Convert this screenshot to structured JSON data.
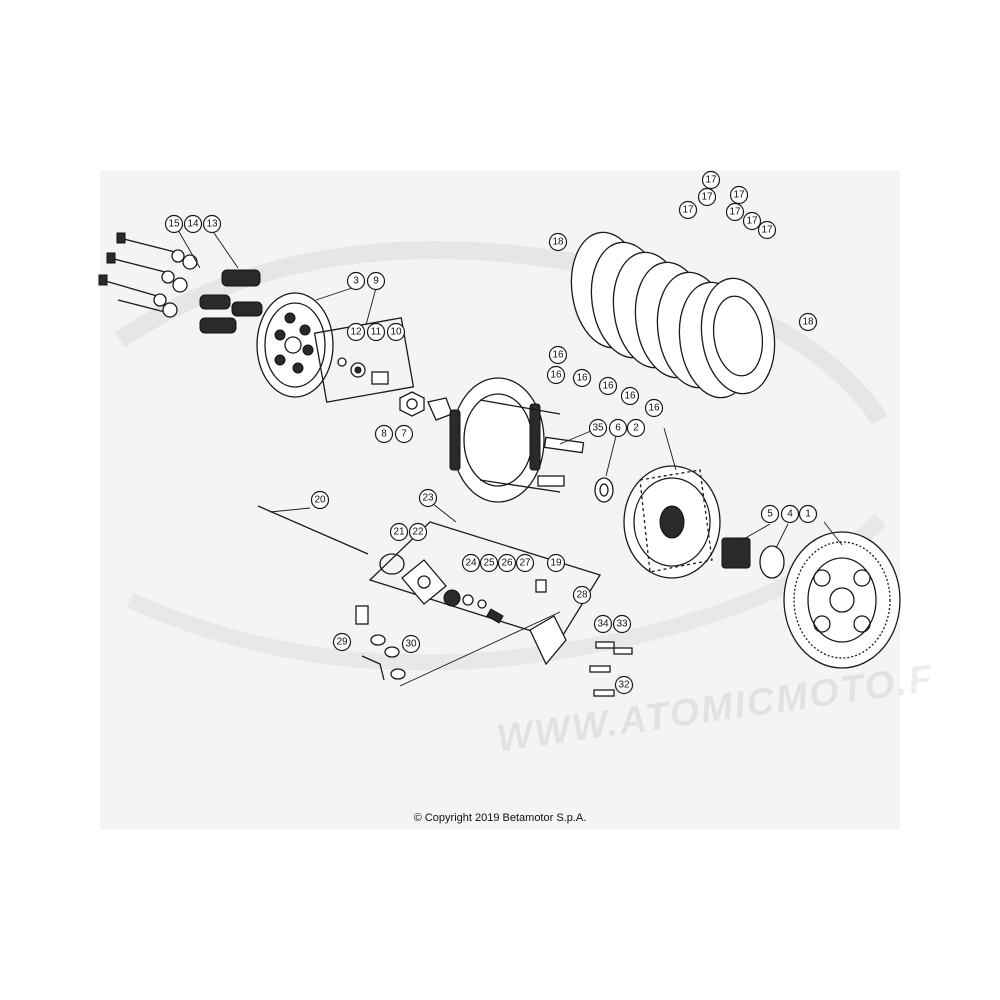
{
  "footer": {
    "copyright": "© Copyright 2019 Betamotor S.p.A."
  },
  "watermark": {
    "text": "WWW.ATOMICMOTO.F"
  },
  "callouts": [
    {
      "label": "1"
    },
    {
      "label": "2"
    },
    {
      "label": "3"
    },
    {
      "label": "4"
    },
    {
      "label": "5"
    },
    {
      "label": "6"
    },
    {
      "label": "7"
    },
    {
      "label": "8"
    },
    {
      "label": "9"
    },
    {
      "label": "10"
    },
    {
      "label": "11"
    },
    {
      "label": "12"
    },
    {
      "label": "13"
    },
    {
      "label": "14"
    },
    {
      "label": "15"
    },
    {
      "label": "16"
    },
    {
      "label": "16"
    },
    {
      "label": "16"
    },
    {
      "label": "16"
    },
    {
      "label": "16"
    },
    {
      "label": "16"
    },
    {
      "label": "17"
    },
    {
      "label": "17"
    },
    {
      "label": "17"
    },
    {
      "label": "17"
    },
    {
      "label": "17"
    },
    {
      "label": "17"
    },
    {
      "label": "17"
    },
    {
      "label": "18"
    },
    {
      "label": "18"
    },
    {
      "label": "19"
    },
    {
      "label": "20"
    },
    {
      "label": "21"
    },
    {
      "label": "22"
    },
    {
      "label": "23"
    },
    {
      "label": "24"
    },
    {
      "label": "25"
    },
    {
      "label": "26"
    },
    {
      "label": "27"
    },
    {
      "label": "28"
    },
    {
      "label": "29"
    },
    {
      "label": "30"
    },
    {
      "label": "32"
    },
    {
      "label": "33"
    },
    {
      "label": "34"
    },
    {
      "label": "35"
    }
  ]
}
